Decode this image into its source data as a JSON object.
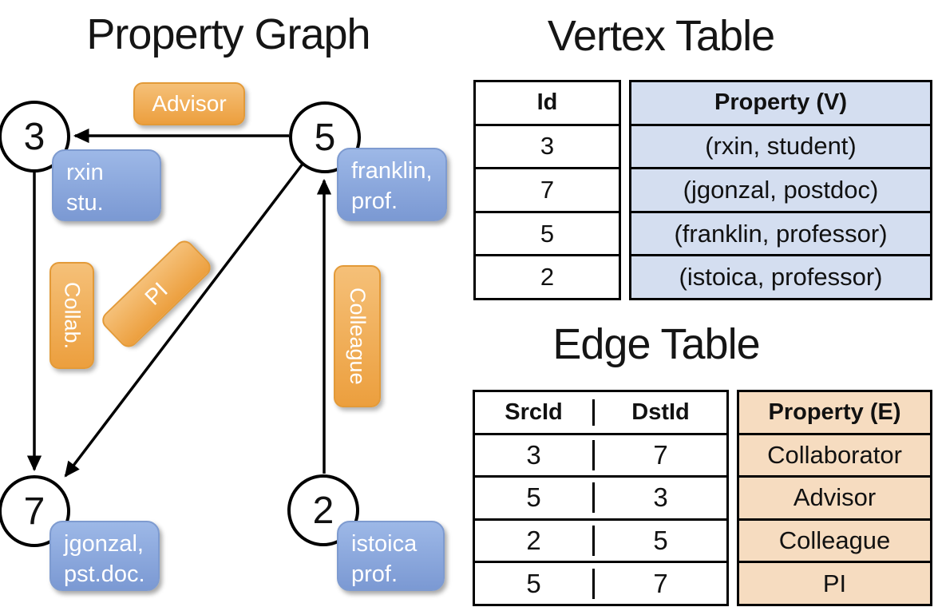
{
  "graph": {
    "title": "Property Graph",
    "nodes": [
      {
        "id": "3",
        "line1": "rxin",
        "line2": "stu."
      },
      {
        "id": "5",
        "line1": "franklin,",
        "line2": "prof."
      },
      {
        "id": "7",
        "line1": "jgonzal,",
        "line2": "pst.doc."
      },
      {
        "id": "2",
        "line1": "istoica",
        "line2": "prof."
      }
    ],
    "edge_labels": {
      "advisor": "Advisor",
      "collab": "Collab.",
      "pi": "PI",
      "colleague": "Colleague"
    },
    "edges": [
      {
        "from": "5",
        "to": "3",
        "label": "Advisor"
      },
      {
        "from": "3",
        "to": "7",
        "label": "Collab."
      },
      {
        "from": "5",
        "to": "7",
        "label": "PI"
      },
      {
        "from": "2",
        "to": "5",
        "label": "Colleague"
      }
    ]
  },
  "vertex_table": {
    "title": "Vertex Table",
    "columns": [
      "Id",
      "Property (V)"
    ],
    "rows": [
      [
        "3",
        "(rxin, student)"
      ],
      [
        "7",
        "(jgonzal, postdoc)"
      ],
      [
        "5",
        "(franklin, professor)"
      ],
      [
        "2",
        "(istoica, professor)"
      ]
    ]
  },
  "edge_table": {
    "title": "Edge Table",
    "columns": [
      "SrcId",
      "DstId",
      "Property (E)"
    ],
    "rows": [
      [
        "3",
        "7",
        "Collaborator"
      ],
      [
        "5",
        "3",
        "Advisor"
      ],
      [
        "2",
        "5",
        "Colleague"
      ],
      [
        "5",
        "7",
        "PI"
      ]
    ]
  },
  "colors": {
    "vertex_cell_fill": "#d4def0",
    "edge_cell_fill": "#f6dcc0",
    "blue_box_top": "#9db8e7",
    "blue_box_bottom": "#7b99d3",
    "orange_box_top": "#f5c078",
    "orange_box_bottom": "#ec9f3e",
    "line_color": "#000000"
  }
}
